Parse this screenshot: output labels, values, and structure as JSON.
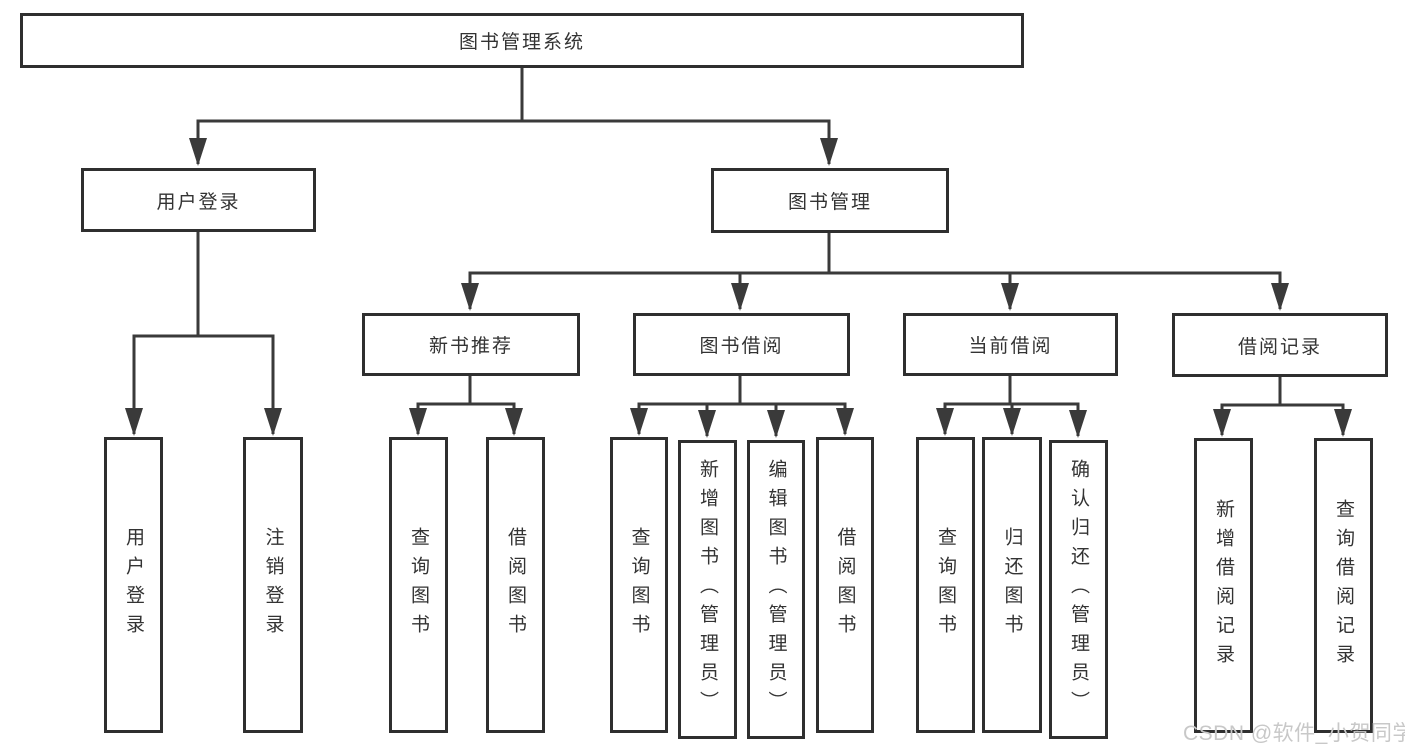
{
  "diagram": {
    "title": "图书管理系统",
    "nodes": [
      {
        "id": "root",
        "label": "图书管理系统",
        "level": 1,
        "orientation": "horizontal"
      },
      {
        "id": "user-login",
        "label": "用户登录",
        "level": 2,
        "orientation": "horizontal"
      },
      {
        "id": "book-mgmt",
        "label": "图书管理",
        "level": 2,
        "orientation": "horizontal"
      },
      {
        "id": "new-book-rec",
        "label": "新书推荐",
        "level": 3,
        "orientation": "horizontal"
      },
      {
        "id": "book-borrow",
        "label": "图书借阅",
        "level": 3,
        "orientation": "horizontal"
      },
      {
        "id": "current-borrow",
        "label": "当前借阅",
        "level": 3,
        "orientation": "horizontal"
      },
      {
        "id": "borrow-record",
        "label": "借阅记录",
        "level": 3,
        "orientation": "horizontal"
      },
      {
        "id": "leaf-user-login",
        "label": "用户登录",
        "level": 4,
        "orientation": "vertical"
      },
      {
        "id": "leaf-logout",
        "label": "注销登录",
        "level": 4,
        "orientation": "vertical"
      },
      {
        "id": "leaf-nb-query",
        "label": "查询图书",
        "level": 4,
        "orientation": "vertical"
      },
      {
        "id": "leaf-nb-borrow",
        "label": "借阅图书",
        "level": 4,
        "orientation": "vertical"
      },
      {
        "id": "leaf-bb-query",
        "label": "查询图书",
        "level": 4,
        "orientation": "vertical"
      },
      {
        "id": "leaf-bb-add",
        "label": "新增图书（管理员）",
        "level": 4,
        "orientation": "vertical"
      },
      {
        "id": "leaf-bb-edit",
        "label": "编辑图书（管理员）",
        "level": 4,
        "orientation": "vertical"
      },
      {
        "id": "leaf-bb-borrow",
        "label": "借阅图书",
        "level": 4,
        "orientation": "vertical"
      },
      {
        "id": "leaf-cb-query",
        "label": "查询图书",
        "level": 4,
        "orientation": "vertical"
      },
      {
        "id": "leaf-cb-return",
        "label": "归还图书",
        "level": 4,
        "orientation": "vertical"
      },
      {
        "id": "leaf-cb-confirm",
        "label": "确认归还（管理员）",
        "level": 4,
        "orientation": "vertical"
      },
      {
        "id": "leaf-br-add",
        "label": "新增借阅记录",
        "level": 4,
        "orientation": "vertical"
      },
      {
        "id": "leaf-br-query",
        "label": "查询借阅记录",
        "level": 4,
        "orientation": "vertical"
      }
    ]
  },
  "watermark": {
    "text": "CSDN @软件_小贺同学"
  },
  "colors": {
    "line": "#3a3a3a",
    "box_border": "#2f2f2f",
    "text": "#333333",
    "watermark": "#c8c8c8",
    "background": "#ffffff"
  }
}
